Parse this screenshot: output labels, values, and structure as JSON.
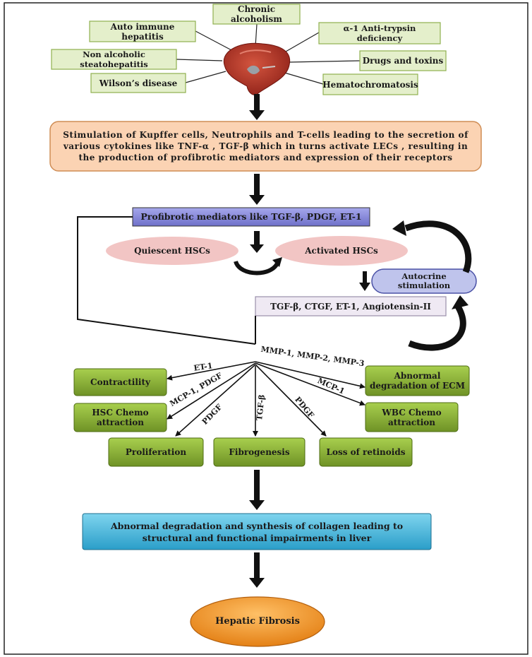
{
  "causes": {
    "chronic_alcoholism": "Chronic alcoholism",
    "autoimmune_hepatitis": "Auto immune hepatitis",
    "alpha1_deficiency": "α-1 Anti-trypsin deficiency",
    "nash": "Non alcoholic steatohepatitis",
    "drugs_toxins": "Drugs and toxins",
    "wilsons": "Wilson’s disease",
    "hematochromatosis": "Hematochromatosis"
  },
  "stimulation_text": "Stimulation of Kupffer cells, Neutrophils and T-cells leading to the secretion of various cytokines like TNF-α , TGF-β which in turns activate LECs , resulting in the production of profibrotic mediators and expression of their receptors",
  "profibrotic_text": "Profibrotic mediators like TGF-β, PDGF, ET-1",
  "quiescent_hsc": "Quiescent HSCs",
  "activated_hsc": "Activated HSCs",
  "autocrine": "Autocrine stimulation",
  "secreted_mediators": "TGF-β, CTGF, ET-1, Angiotensin-II",
  "effects": {
    "contractility": "Contractility",
    "hsc_chemo": "HSC Chemo attraction",
    "proliferation": "Proliferation",
    "fibrogenesis": "Fibrogenesis",
    "loss_retinoids": "Loss of retinoids",
    "wbc_chemo": "WBC Chemo attraction",
    "abnormal_ecm": "Abnormal degradation of ECM"
  },
  "mediator_labels": {
    "et1": "ET-1",
    "mcp1_pdgf": "MCP-1, PDGF",
    "pdgf_left": "PDGF",
    "tgfb": "TGF-β",
    "pdgf_right": "PDGF",
    "mcp1": "MCP-1",
    "mmps": "MMP-1, MMP-2,  MMP-3"
  },
  "collagen_text": "Abnormal degradation and synthesis of collagen leading to structural and functional impairments in liver",
  "outcome": "Hepatic Fibrosis",
  "colors": {
    "cause_fill": "#e4efcb",
    "cause_border": "#8fb04f",
    "stim_fill": "#fbd3b3",
    "stim_border": "#cf8d55",
    "profib_fill": "#8d8ede",
    "hsc_ellipse": "#f2c5c4",
    "autocrine_fill": "#bfc4ec",
    "mediator_box": "#efe9f3",
    "effect_fill": "#8fb33a",
    "collagen_fill": "#3db4d9",
    "outcome_fill": "#f08e1f",
    "liver": "#b43225",
    "border": "#222222"
  }
}
